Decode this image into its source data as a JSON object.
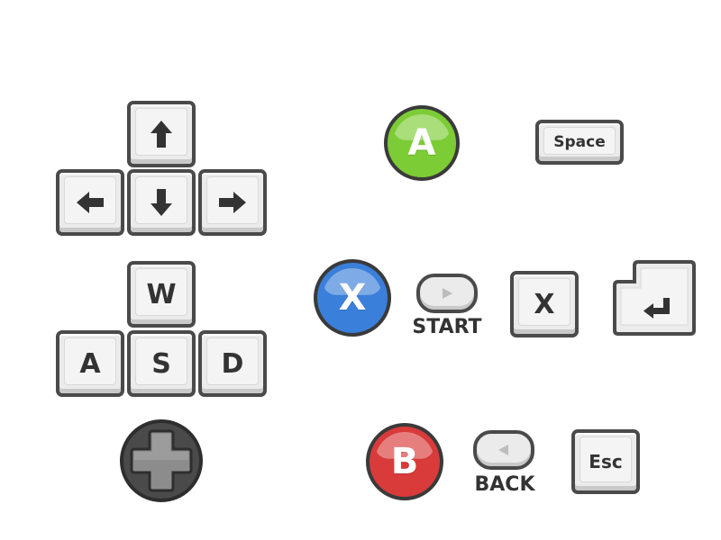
{
  "arrow_keys": {
    "up": "arrow-up-icon",
    "left": "arrow-left-icon",
    "down": "arrow-down-icon",
    "right": "arrow-right-icon"
  },
  "wasd_keys": {
    "w": "W",
    "a": "A",
    "s": "S",
    "d": "D"
  },
  "buttons": {
    "a": {
      "label": "A",
      "color": "#7ccc35"
    },
    "x": {
      "label": "X",
      "color": "#3a7fd9"
    },
    "b": {
      "label": "B",
      "color": "#d93a3a"
    }
  },
  "keys": {
    "space": "Space",
    "x": "X",
    "esc": "Esc",
    "enter": "enter-icon"
  },
  "pill_buttons": {
    "start": {
      "label": "START",
      "icon": "play-icon"
    },
    "back": {
      "label": "BACK",
      "icon": "back-triangle-icon"
    }
  },
  "dpad": {
    "icon": "dpad-icon"
  }
}
